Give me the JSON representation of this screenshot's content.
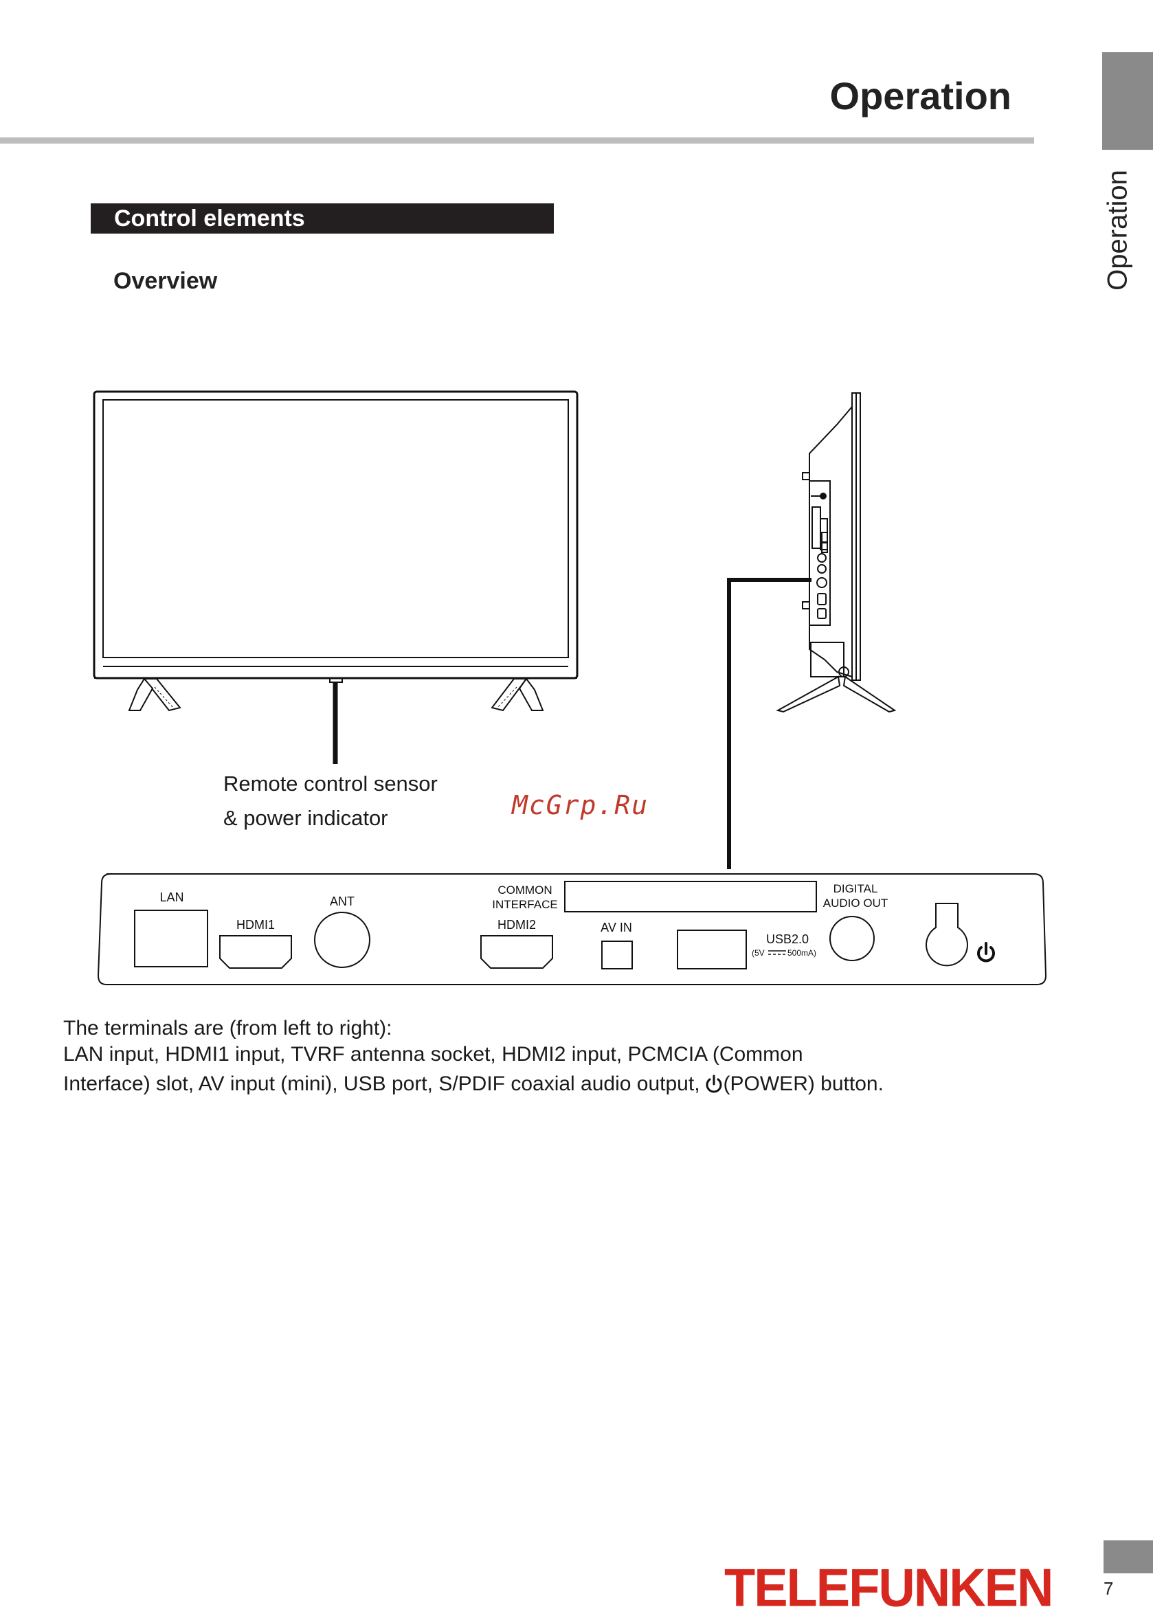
{
  "header": {
    "title": "Operation",
    "side_tab_label": "Operation"
  },
  "section": {
    "heading": "Control elements",
    "subheading": "Overview"
  },
  "callouts": {
    "remote_sensor_line1": "Remote control sensor",
    "remote_sensor_line2": "& power indicator"
  },
  "watermark": "McGrp.Ru",
  "panel_labels": {
    "lan": "LAN",
    "hdmi1": "HDMI1",
    "ant": "ANT",
    "common_interface_line1": "COMMON",
    "common_interface_line2": "INTERFACE",
    "hdmi2": "HDMI2",
    "av_in": "AV IN",
    "usb": "USB2.0",
    "usb_spec_left": "(5V",
    "usb_spec_right": "500mA)",
    "digital_audio_line1": "DIGITAL",
    "digital_audio_line2": "AUDIO OUT"
  },
  "description": {
    "line1": "The terminals are (from left to right):",
    "line2": "LAN input, HDMI1 input, TVRF antenna socket, HDMI2 input, PCMCIA (Common",
    "line3_before_icon": "Interface) slot, AV input (mini), USB port, S/PDIF coaxial audio output,",
    "line3_after_icon": "(POWER) button."
  },
  "footer": {
    "brand": "TELEFUNKEN",
    "page_number": "7"
  },
  "icons": {
    "power": "power-icon"
  },
  "colors": {
    "brand_red": "#d7281f",
    "section_bar": "#231f20",
    "accent_gray": "#8a8a8a",
    "rule_gray": "#bdbdbd",
    "watermark": "#c0392b"
  }
}
